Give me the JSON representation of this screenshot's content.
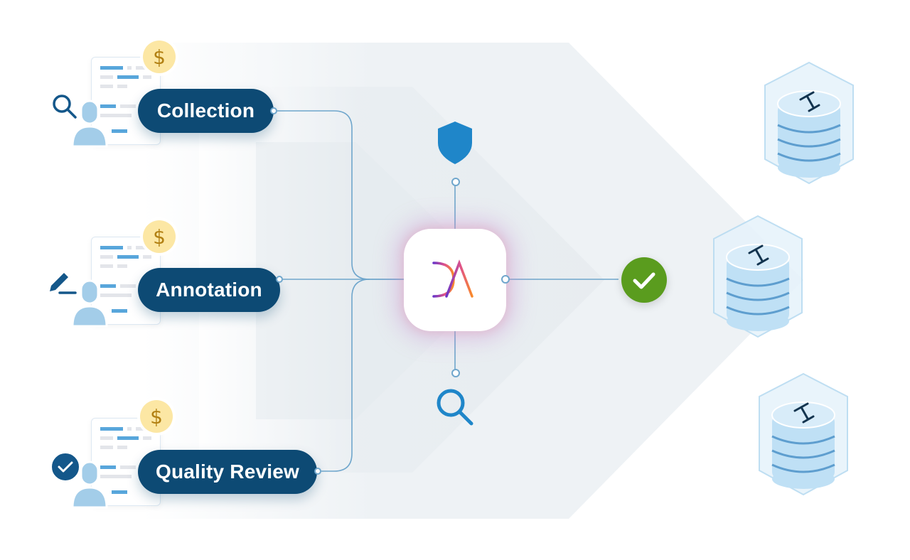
{
  "diagram": {
    "type": "workflow",
    "inputs": [
      {
        "label": "Collection",
        "side_icon": "search-icon",
        "badge_icon": "dollar-icon",
        "badge_text": "$"
      },
      {
        "label": "Annotation",
        "side_icon": "pen-icon",
        "badge_icon": "dollar-icon",
        "badge_text": "$"
      },
      {
        "label": "Quality Review",
        "side_icon": "check-circle-icon",
        "badge_icon": "dollar-icon",
        "badge_text": "$"
      }
    ],
    "hub": {
      "name": "DAI logo",
      "top_icon": "shield-icon",
      "bottom_icon": "search-icon"
    },
    "validation_icon": "check-circle-icon",
    "outputs": [
      {
        "name": "database-1",
        "icon": "text-cursor-icon"
      },
      {
        "name": "database-2",
        "icon": "text-cursor-icon"
      },
      {
        "name": "database-3",
        "icon": "text-cursor-icon"
      }
    ]
  },
  "colors": {
    "pill": "#0d4a74",
    "connector": "#6fa6cc",
    "shield": "#1f86c9",
    "check": "#5a9c1e",
    "coin": "#fce7a4",
    "coin_text": "#b28012",
    "logo_gradient": [
      "#6a34c7",
      "#e0538a",
      "#f98a2a"
    ]
  }
}
